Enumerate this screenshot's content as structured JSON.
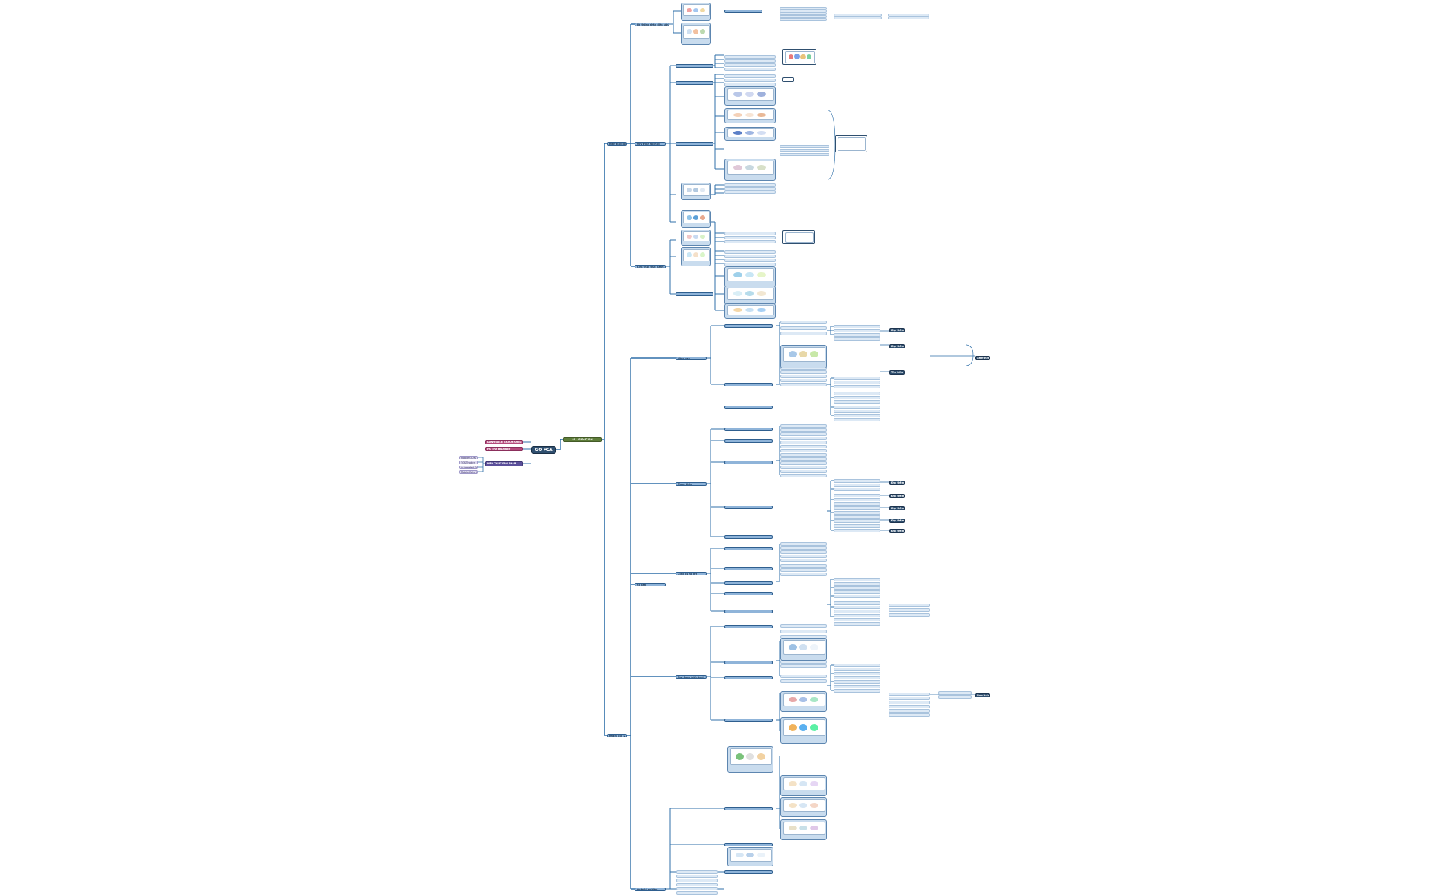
{
  "mindmap": {
    "root": {
      "label": "GO FCA"
    },
    "left_branches": [
      {
        "label": "DANH SÁCH KHÁCH HÀNG",
        "style": "pink"
      },
      {
        "label": "HỒ THẢ BẢO BẢO",
        "style": "pink"
      },
      {
        "label": "KIẾN THỨC SẢN PHẨM",
        "style": "purple"
      }
    ],
    "left_tags": [
      "Mobile GCMs",
      "TGS Tracker",
      "Automated GC",
      "Mobile Extra Proc"
    ],
    "main_branch": {
      "label": "01 - CHAMPION"
    },
    "level1": [
      {
        "label": "Kiến thức cơ bản"
      },
      {
        "label": "Khám phá & ý tưởng"
      }
    ],
    "level2_top": [
      "Hệ thống nhận diện sản phẩm",
      "Quy trình tổ chức",
      "Kiến thức thực hành"
    ],
    "level2_bottom": [
      "Cơ bản",
      "Quản lý sự kiện",
      "Nâng cao",
      "Tham khảo",
      "Công cụ hỗ trợ",
      "Giai đoạn triển khai"
    ],
    "callouts": [
      {
        "label": "Đọc thêm"
      },
      {
        "label": "Tìm hiểu"
      },
      {
        "label": "Xem thêm"
      }
    ]
  },
  "colors": {
    "line": "#2f6fa8",
    "node_fill": "#c9dcee",
    "node_border": "#5d86b0",
    "dark_node": "#2f4f6f",
    "pink": "#b54a7c",
    "purple": "#5b4f9a",
    "green": "#5e7d3a"
  }
}
